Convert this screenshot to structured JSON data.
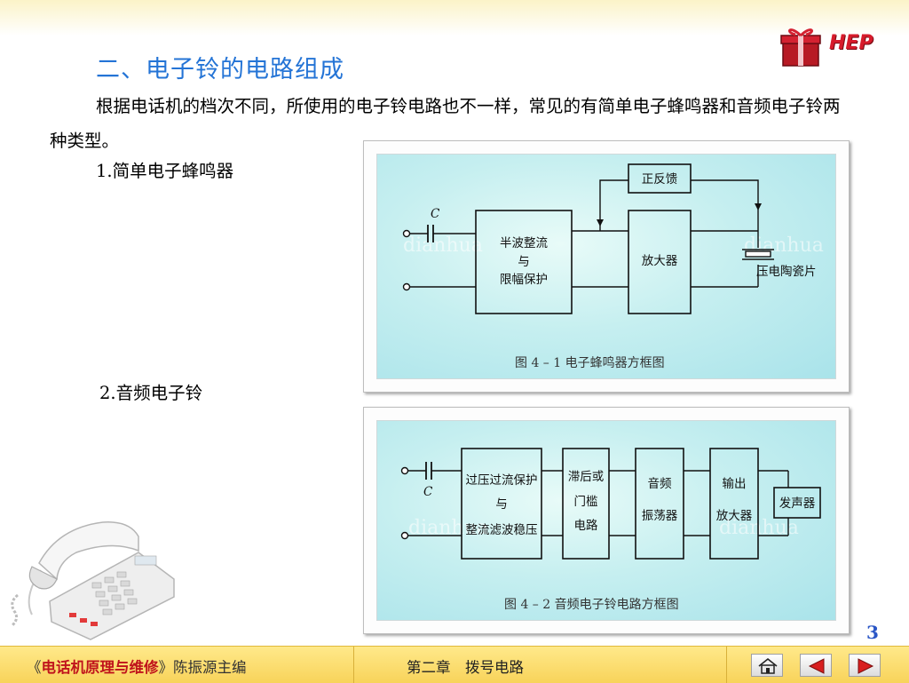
{
  "logo": {
    "text": "HEP"
  },
  "title": "二、电子铃的电路组成",
  "paragraph": "根据电话机的档次不同，所使用的电子铃电路也不一样，常见的有简单电子蜂鸣器和音频电子铃两种类型。",
  "section1": "1.简单电子蜂鸣器",
  "section2": "2.音频电子铃",
  "figure1": {
    "cap_label": "C",
    "block_rectifier": [
      "半波整流",
      "与",
      "限幅保护"
    ],
    "block_feedback": "正反馈",
    "block_amp": "放大器",
    "piezo_label": "压电陶瓷片",
    "caption": "图 4 – 1    电子蜂鸣器方框图",
    "watermark_left": "dianhua",
    "watermark_right": "dianhua"
  },
  "figure2": {
    "cap_label": "C",
    "block_protect": [
      "过压过流保护",
      "与",
      "整流滤波稳压"
    ],
    "block_hysteresis": [
      "滞后或",
      "门槛",
      "电路"
    ],
    "block_osc": [
      "音频",
      "振荡器"
    ],
    "block_out": [
      "输出",
      "放大器"
    ],
    "block_speaker": "发声器",
    "caption": "图 4 – 2   音频电子铃电路方框图",
    "watermark_left": "dianhua",
    "watermark_right": "dianhua"
  },
  "page_number": "3",
  "footer": {
    "book_open": "《",
    "book_title": "电话机原理与维修",
    "book_close": "》",
    "editor": "陈振源主编",
    "chapter": "第二章　拨号电路"
  },
  "nav": {
    "home": "home-icon",
    "prev": "prev-triangle-icon",
    "next": "next-triangle-icon"
  },
  "colors": {
    "title": "#2474d6",
    "footer_bg": "#f8d35a",
    "logo": "#d71b2b",
    "nav_red": "#d81f1f"
  }
}
